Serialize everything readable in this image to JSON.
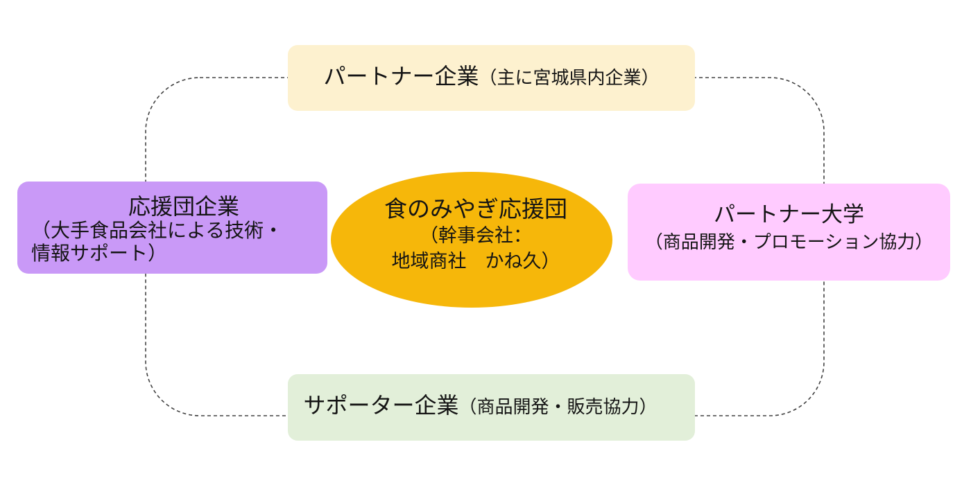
{
  "diagram": {
    "center": {
      "title": "食のみやぎ応援団",
      "line1": "（幹事会社：",
      "line2": "地域商社　かね久）",
      "color": "#F6B70A"
    },
    "top": {
      "title": "パートナー企業",
      "note": "（主に宮城県内企業）",
      "color": "#FDF1CF"
    },
    "left": {
      "title": "応援団企業",
      "line1": "（大手食品会社による技術・",
      "line2": "情報サポート）",
      "color": "#C999F7"
    },
    "right": {
      "title": "パートナー大学",
      "note": "（商品開発・プロモーション協力）",
      "color": "#FFCBFF"
    },
    "bottom": {
      "title": "サポーター企業",
      "note": "（商品開発・販売協力）",
      "color": "#E2EFD9"
    },
    "connector_color": "#404040"
  }
}
